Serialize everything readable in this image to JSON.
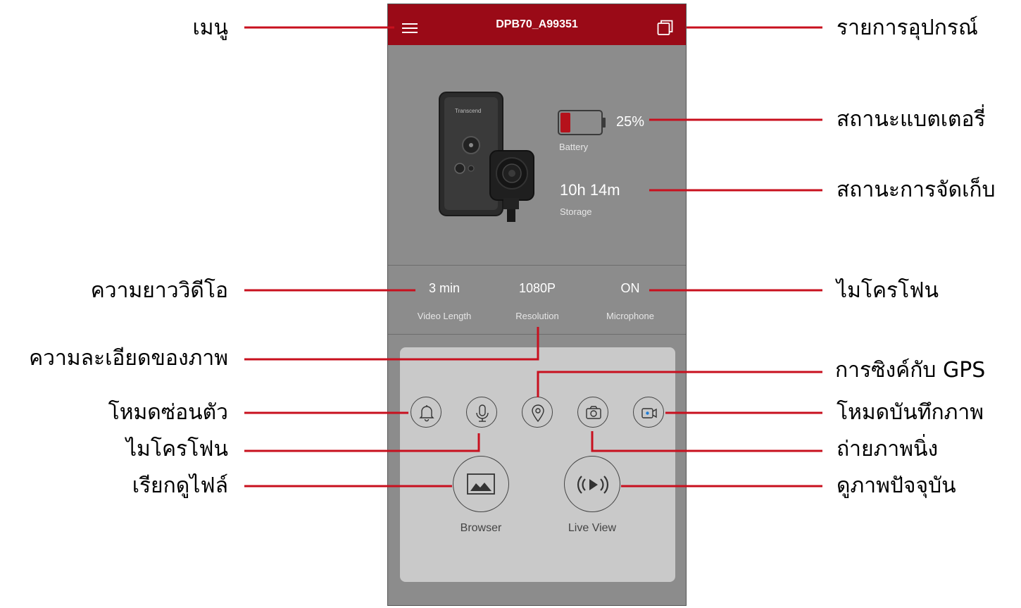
{
  "app": {
    "device_name": "DPB70_A99351",
    "battery_percent_text": "25%",
    "battery_level": 0.25,
    "battery_caption": "Battery",
    "storage_value": "10h 14m",
    "storage_caption": "Storage",
    "settings": [
      {
        "value": "3 min",
        "caption": "Video Length"
      },
      {
        "value": "1080P",
        "caption": "Resolution"
      },
      {
        "value": "ON",
        "caption": "Microphone"
      }
    ],
    "browser_label": "Browser",
    "liveview_label": "Live View",
    "colors": {
      "topbar": "#9a0a17",
      "leader": "#c8101e",
      "battery_fill": "#b5121b"
    },
    "icons": [
      "menu-icon",
      "devices-icon",
      "bell-icon",
      "microphone-icon",
      "location-pin-icon",
      "camera-icon",
      "video-record-icon",
      "image-browser-icon",
      "live-view-icon"
    ]
  },
  "annotations": {
    "menu": "เมนู",
    "device_list": "รายการอุปกรณ์",
    "battery_status": "สถานะแบตเตอรี่",
    "storage_status": "สถานะการจัดเก็บ",
    "video_length": "ความยาววิดีโอ",
    "microphone_setting": "ไมโครโฟน",
    "resolution": "ความละเอียดของภาพ",
    "gps_sync": "การซิงค์กับ GPS",
    "silent_mode": "โหมดซ่อนตัว",
    "record_mode": "โหมดบันทึกภาพ",
    "microphone_button": "ไมโครโฟน",
    "snapshot": "ถ่ายภาพนิ่ง",
    "browser": "เรียกดูไฟล์",
    "live_view": "ดูภาพปัจจุบัน"
  }
}
